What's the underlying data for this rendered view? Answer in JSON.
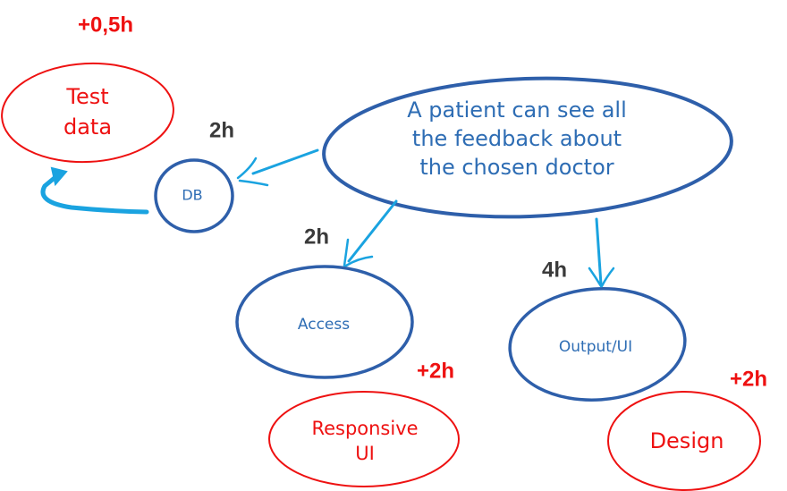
{
  "colors": {
    "blue_node": "#2e5faa",
    "blue_text": "#2e6db4",
    "red": "#ee1111",
    "arrow": "#1aa3e0",
    "estimate_dark": "#3a3a3a"
  },
  "nodes": {
    "story": {
      "lines": [
        "A patient can see all",
        "the feedback about",
        "the chosen doctor"
      ]
    },
    "db": {
      "label": "DB"
    },
    "access": {
      "label": "Access"
    },
    "output": {
      "label": "Output/UI"
    },
    "test_data": {
      "lines": [
        "Test",
        "data"
      ]
    },
    "responsive": {
      "lines": [
        "Responsive",
        "UI"
      ]
    },
    "design": {
      "label": "Design"
    }
  },
  "estimates": {
    "db": "2h",
    "access": "2h",
    "output": "4h",
    "test_data": "+0,5h",
    "responsive": "+2h",
    "design": "+2h"
  }
}
